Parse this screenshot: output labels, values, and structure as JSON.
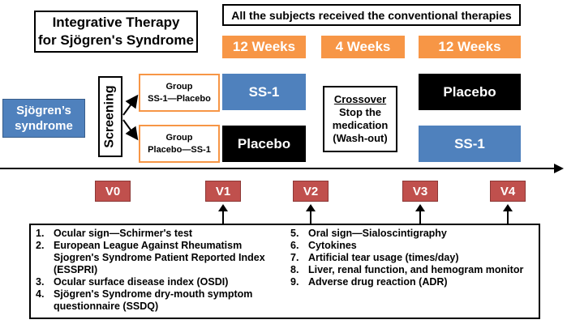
{
  "title": {
    "line1": "Integrative Therapy",
    "line2": "for Sjögren's Syndrome"
  },
  "banner": "All the subjects received the conventional therapies",
  "periods": [
    "12 Weeks",
    "4 Weeks",
    "12 Weeks"
  ],
  "condition": {
    "line1": "Sjögren’s",
    "line2": "syndrome"
  },
  "screening": "Screening",
  "groups": [
    {
      "line1": "Group",
      "line2": "SS-1—Placebo"
    },
    {
      "line1": "Group",
      "line2": "Placebo—SS-1"
    }
  ],
  "treatments": {
    "period1_top": "SS-1",
    "period1_bottom": "Placebo",
    "period3_top": "Placebo",
    "period3_bottom": "SS-1"
  },
  "washout": {
    "heading": "Crossover",
    "line1": "Stop the",
    "line2": "medication",
    "line3": "(Wash-out)"
  },
  "visits": [
    "V0",
    "V1",
    "V2",
    "V3",
    "V4"
  ],
  "assessments_left": [
    {
      "num": "1.",
      "text": "Ocular sign—Schirmer's test"
    },
    {
      "num": "2.",
      "text": "European League Against Rheumatism Sjogren's Syndrome Patient Reported Index (ESSPRI)"
    },
    {
      "num": "3.",
      "text": "Ocular surface disease index (OSDI)"
    },
    {
      "num": "4.",
      "text": "Sjögren's Syndrome dry-mouth symptom questionnaire (SSDQ)"
    }
  ],
  "assessments_right": [
    {
      "num": "5.",
      "text": "Oral sign—Sialoscintigraphy"
    },
    {
      "num": "6.",
      "text": "Cytokines"
    },
    {
      "num": "7.",
      "text": "Artificial tear usage (times/day)"
    },
    {
      "num": "8.",
      "text": "Liver, renal function, and hemogram monitor"
    },
    {
      "num": "9.",
      "text": "Adverse drug reaction (ADR)"
    }
  ],
  "colors": {
    "orange": "#f79646",
    "blue": "#4f81bd",
    "red": "#c0504d",
    "black": "#000000"
  }
}
